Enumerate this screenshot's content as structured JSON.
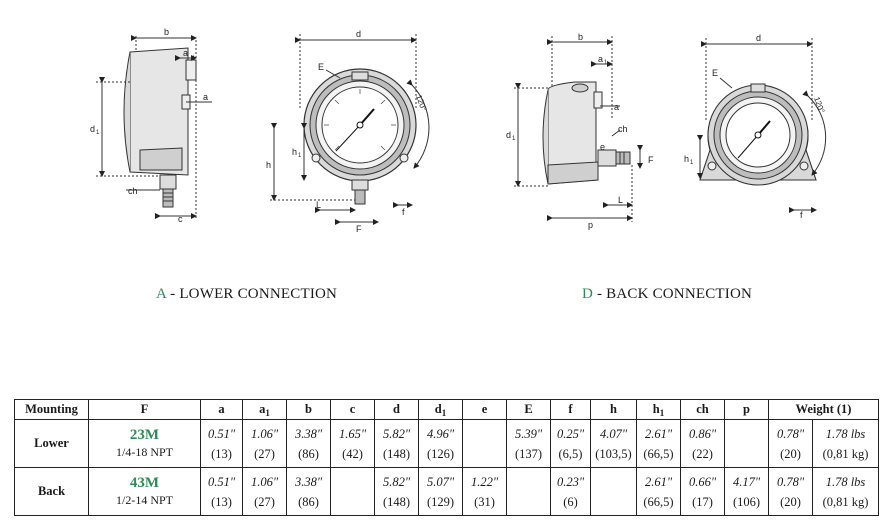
{
  "captions": {
    "a_letter": "A",
    "a_text": " - LOWER CONNECTION",
    "d_letter": "D",
    "d_text": " - BACK CONNECTION"
  },
  "drawing_labels": {
    "b": "b",
    "a1": "a",
    "a": "a",
    "d1": "d",
    "ch": "ch",
    "c": "c",
    "d": "d",
    "E": "E",
    "angle": "120°",
    "h": "h",
    "h1": "h",
    "L": "L",
    "F": "F",
    "f": "f",
    "e": "e",
    "p": "p",
    "sub1": "1"
  },
  "table": {
    "headers": [
      "Mounting",
      "F",
      "a",
      "a",
      "b",
      "c",
      "d",
      "d",
      "e",
      "E",
      "f",
      "h",
      "h",
      "ch",
      "p",
      "Weight (1)"
    ],
    "header_subs": {
      "a1": "1",
      "d1": "1",
      "h1": "1"
    },
    "rows": [
      {
        "label": "Lower",
        "model": "23M",
        "thread": "1/4-18 NPT",
        "values": [
          [
            "0.51\"",
            "(13)"
          ],
          [
            "1.06\"",
            "(27)"
          ],
          [
            "3.38\"",
            "(86)"
          ],
          [
            "1.65\"",
            "(42)"
          ],
          [
            "5.82\"",
            "(148)"
          ],
          [
            "4.96\"",
            "(126)"
          ],
          [
            "",
            ""
          ],
          [
            "5.39\"",
            "(137)"
          ],
          [
            "0.25\"",
            "(6,5)"
          ],
          [
            "4.07\"",
            "(103,5)"
          ],
          [
            "2.61\"",
            "(66,5)"
          ],
          [
            "0.86\"",
            "(22)"
          ],
          [
            "",
            ""
          ],
          [
            "0.78\"",
            "(20)"
          ],
          [
            "1.78 lbs",
            "(0,81 kg)"
          ]
        ]
      },
      {
        "label": "Back",
        "model": "43M",
        "thread": "1/2-14 NPT",
        "values": [
          [
            "0.51\"",
            "(13)"
          ],
          [
            "1.06\"",
            "(27)"
          ],
          [
            "3.38\"",
            "(86)"
          ],
          [
            "",
            ""
          ],
          [
            "5.82\"",
            "(148)"
          ],
          [
            "5.07\"",
            "(129)"
          ],
          [
            "1.22\"",
            "(31)"
          ],
          [
            "",
            ""
          ],
          [
            "0.23\"",
            "(6)"
          ],
          [
            "",
            ""
          ],
          [
            "2.61\"",
            "(66,5)"
          ],
          [
            "0.66\"",
            "(17)"
          ],
          [
            "4.17\"",
            "(106)"
          ],
          [
            "0.78\"",
            "(20)"
          ],
          [
            "1.78 lbs",
            "(0,81 kg)"
          ]
        ]
      }
    ]
  }
}
